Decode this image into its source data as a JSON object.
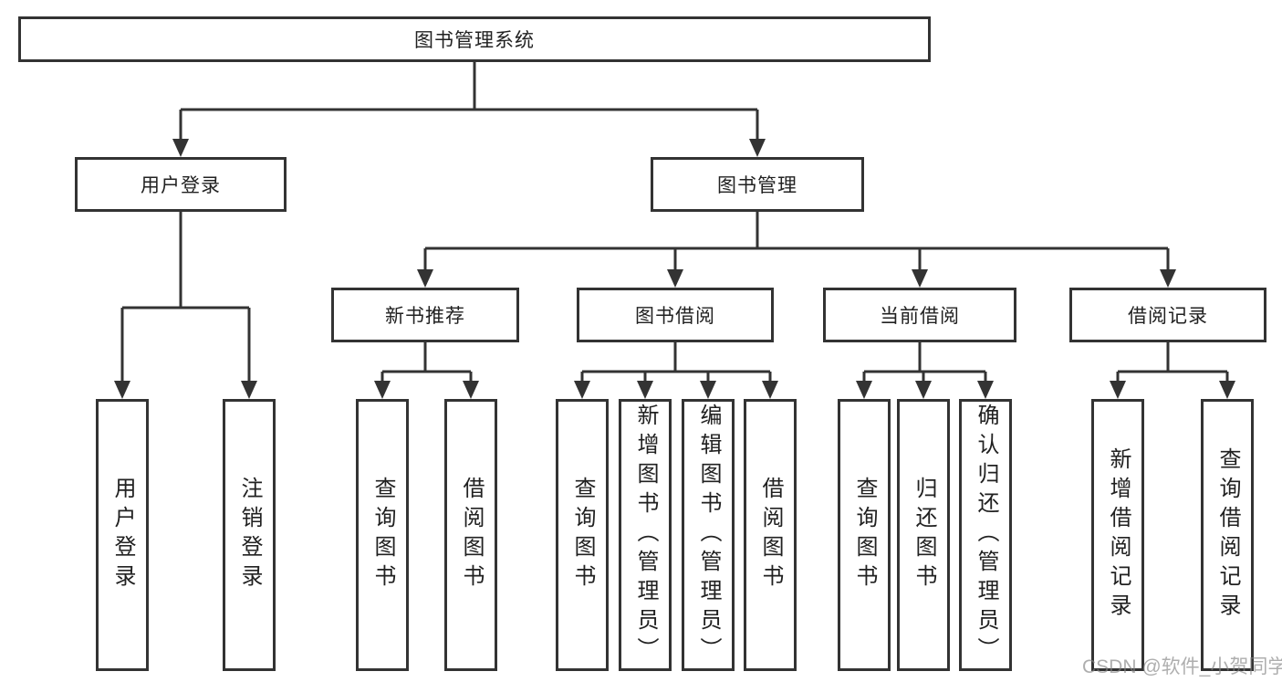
{
  "diagram": {
    "root": {
      "label": "图书管理系统"
    },
    "level2": [
      {
        "id": "user-login",
        "label": "用户登录"
      },
      {
        "id": "book-management",
        "label": "图书管理"
      }
    ],
    "level3": [
      {
        "id": "new-book-recommend",
        "label": "新书推荐"
      },
      {
        "id": "book-borrow",
        "label": "图书借阅"
      },
      {
        "id": "current-borrow",
        "label": "当前借阅"
      },
      {
        "id": "borrow-records",
        "label": "借阅记录"
      }
    ],
    "leaves": {
      "user_login": [
        {
          "label": "用户登录"
        },
        {
          "label": "注销登录"
        }
      ],
      "new_book_recommend": [
        {
          "label": "查询图书"
        },
        {
          "label": "借阅图书"
        }
      ],
      "book_borrow": [
        {
          "label": "查询图书"
        },
        {
          "label": "新增图书（管理员）"
        },
        {
          "label": "编辑图书（管理员）"
        },
        {
          "label": "借阅图书"
        }
      ],
      "current_borrow": [
        {
          "label": "查询图书"
        },
        {
          "label": "归还图书"
        },
        {
          "label": "确认归还（管理员）"
        }
      ],
      "borrow_records": [
        {
          "label": "新增借阅记录"
        },
        {
          "label": "查询借阅记录"
        }
      ]
    },
    "watermark": "CSDN @软件_小贺同学",
    "colors": {
      "line": "#333333",
      "box_border": "#333333",
      "box_fill": "#ffffff",
      "text": "#212121",
      "watermark": "#828282"
    }
  }
}
